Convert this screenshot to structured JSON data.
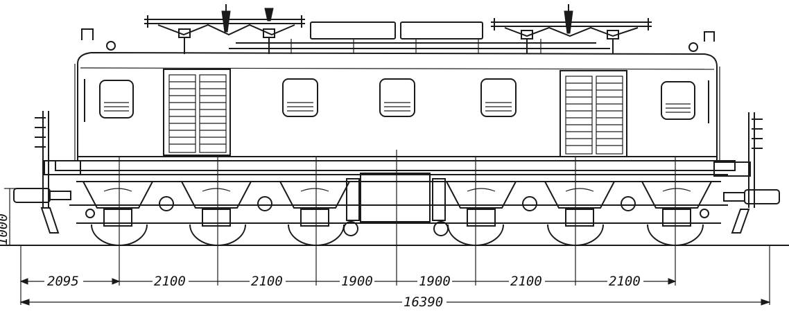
{
  "drawing": {
    "dimensions": {
      "overhang_left": "2095",
      "axle_spacing": [
        "2100",
        "2100",
        "1900",
        "1900",
        "2100",
        "2100"
      ],
      "overall_length": "16390",
      "height_side": "1000"
    }
  }
}
